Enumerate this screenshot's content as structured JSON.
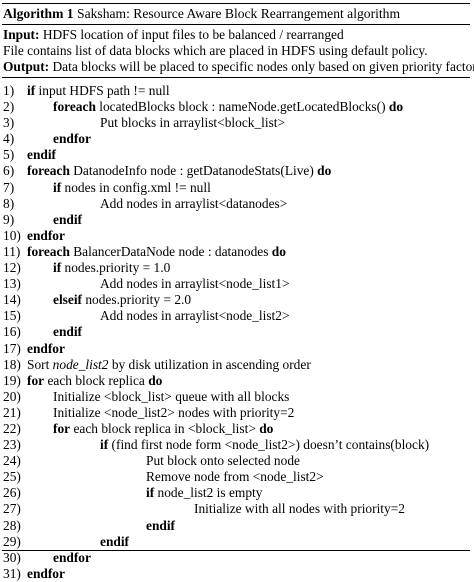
{
  "caption": {
    "label": "Algorithm 1",
    "title": " Saksham: Resource Aware Block Rearrangement algorithm"
  },
  "input": {
    "keyword": "Input:",
    "line1": " HDFS location of input files to be balanced / rearranged",
    "line2": "File contains list of data blocks which are placed in HDFS using default policy."
  },
  "output": {
    "keyword": "Output:",
    "text": " Data blocks will be placed to specific nodes only based on given priority factor."
  },
  "lines": [
    {
      "num": "1)",
      "indent": 0,
      "parts": [
        {
          "t": "if",
          "s": "kw"
        },
        {
          "t": " input HDFS path != null",
          "s": ""
        }
      ]
    },
    {
      "num": "2)",
      "indent": 1,
      "parts": [
        {
          "t": "foreach",
          "s": "kw"
        },
        {
          "t": " locatedBlocks block : nameNode.getLocatedBlocks() ",
          "s": ""
        },
        {
          "t": "do",
          "s": "kw"
        }
      ]
    },
    {
      "num": "3)",
      "indent": 2,
      "parts": [
        {
          "t": "Put blocks in arraylist<block_list>",
          "s": ""
        }
      ]
    },
    {
      "num": "4)",
      "indent": 1,
      "parts": [
        {
          "t": "endfor",
          "s": "kw"
        }
      ]
    },
    {
      "num": "5)",
      "indent": 0,
      "parts": [
        {
          "t": "endif",
          "s": "kw"
        }
      ]
    },
    {
      "num": "6)",
      "indent": 0,
      "parts": [
        {
          "t": "foreach",
          "s": "kw"
        },
        {
          "t": " DatanodeInfo node : getDatanodeStats(Live) ",
          "s": ""
        },
        {
          "t": "do",
          "s": "kw"
        }
      ]
    },
    {
      "num": "7)",
      "indent": 1,
      "parts": [
        {
          "t": "if",
          "s": "kw"
        },
        {
          "t": " nodes in config.xml != null",
          "s": ""
        }
      ]
    },
    {
      "num": "8)",
      "indent": 2,
      "parts": [
        {
          "t": "Add nodes in arraylist<datanodes>",
          "s": ""
        }
      ]
    },
    {
      "num": "9)",
      "indent": 1,
      "parts": [
        {
          "t": "endif",
          "s": "kw"
        }
      ]
    },
    {
      "num": "10)",
      "indent": 0,
      "parts": [
        {
          "t": "endfor",
          "s": "kw"
        }
      ]
    },
    {
      "num": "11)",
      "indent": 0,
      "parts": [
        {
          "t": "foreach",
          "s": "kw"
        },
        {
          "t": " BalancerDataNode node : datanodes ",
          "s": ""
        },
        {
          "t": "do",
          "s": "kw"
        }
      ]
    },
    {
      "num": "12)",
      "indent": 1,
      "parts": [
        {
          "t": "if",
          "s": "kw"
        },
        {
          "t": " nodes.priority = 1.0",
          "s": ""
        }
      ]
    },
    {
      "num": "13)",
      "indent": 2,
      "parts": [
        {
          "t": "Add nodes in arraylist<node_list1>",
          "s": ""
        }
      ]
    },
    {
      "num": "14)",
      "indent": 1,
      "parts": [
        {
          "t": "elseif",
          "s": "kw"
        },
        {
          "t": " nodes.priority = 2.0",
          "s": ""
        }
      ]
    },
    {
      "num": "15)",
      "indent": 2,
      "parts": [
        {
          "t": "Add nodes in arraylist<node_list2>",
          "s": ""
        }
      ]
    },
    {
      "num": "16)",
      "indent": 1,
      "parts": [
        {
          "t": "endif",
          "s": "kw"
        }
      ]
    },
    {
      "num": "17)",
      "indent": 0,
      "parts": [
        {
          "t": "endfor",
          "s": "kw"
        }
      ]
    },
    {
      "num": "18)",
      "indent": 0,
      "parts": [
        {
          "t": "Sort ",
          "s": ""
        },
        {
          "t": "node_list2",
          "s": "it"
        },
        {
          "t": " by disk utilization in ascending order",
          "s": ""
        }
      ]
    },
    {
      "num": "19)",
      "indent": 0,
      "parts": [
        {
          "t": "for",
          "s": "kw"
        },
        {
          "t": " each block replica ",
          "s": ""
        },
        {
          "t": "do",
          "s": "kw"
        }
      ]
    },
    {
      "num": "20)",
      "indent": 1,
      "parts": [
        {
          "t": "Initialize <block_list>  queue with all blocks",
          "s": ""
        }
      ]
    },
    {
      "num": "21)",
      "indent": 1,
      "parts": [
        {
          "t": "Initialize <node_list2>  nodes with priority=2",
          "s": ""
        }
      ]
    },
    {
      "num": "22)",
      "indent": 1,
      "parts": [
        {
          "t": "for",
          "s": "kw"
        },
        {
          "t": " each block replica in <block_list> ",
          "s": ""
        },
        {
          "t": "do",
          "s": "kw"
        }
      ]
    },
    {
      "num": "23)",
      "indent": 2,
      "parts": [
        {
          "t": "if",
          "s": "kw"
        },
        {
          "t": " (find first node form <node_list2>) doesn’t contains(block)",
          "s": ""
        }
      ]
    },
    {
      "num": "24)",
      "indent": 3,
      "parts": [
        {
          "t": "Put block onto  selected node",
          "s": ""
        }
      ]
    },
    {
      "num": "25)",
      "indent": 3,
      "parts": [
        {
          "t": "Remove node from <node_list2>",
          "s": ""
        }
      ]
    },
    {
      "num": "26)",
      "indent": 3,
      "parts": [
        {
          "t": "if",
          "s": "kw"
        },
        {
          "t": " node_list2 is empty",
          "s": ""
        }
      ]
    },
    {
      "num": "27)",
      "indent": 4,
      "parts": [
        {
          "t": "Initialize with all nodes with priority=2",
          "s": ""
        }
      ]
    },
    {
      "num": "28)",
      "indent": 3,
      "parts": [
        {
          "t": "endif",
          "s": "kw"
        }
      ]
    },
    {
      "num": "29)",
      "indent": 2,
      "parts": [
        {
          "t": "endif",
          "s": "kw"
        }
      ]
    },
    {
      "num": "30)",
      "indent": 1,
      "parts": [
        {
          "t": "endfor",
          "s": "kw"
        }
      ]
    },
    {
      "num": "31)",
      "indent": 0,
      "parts": [
        {
          "t": "endfor",
          "s": "kw"
        }
      ]
    }
  ]
}
